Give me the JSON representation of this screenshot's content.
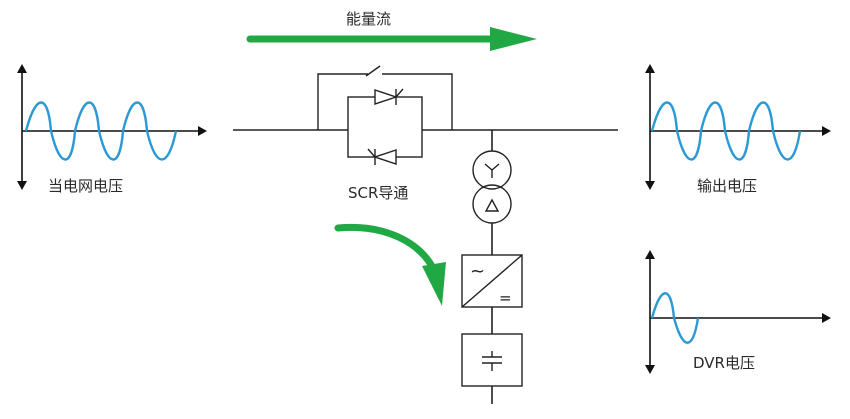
{
  "labels": {
    "energy_flow": "能量流",
    "grid_voltage": "当电网电压",
    "scr_conduction": "SCR导通",
    "output_voltage": "输出电压",
    "dvr_voltage": "DVR电压",
    "converter_ac_symbol": "~",
    "converter_dc_symbol": "="
  },
  "colors": {
    "energy_arrow": "#1fa843",
    "wave": "#2b9ad4",
    "line": "#222222"
  },
  "icons": {
    "transformer": "wye-delta-transformer-icon",
    "converter": "ac-dc-converter-icon",
    "capacitor": "capacitor-icon"
  }
}
